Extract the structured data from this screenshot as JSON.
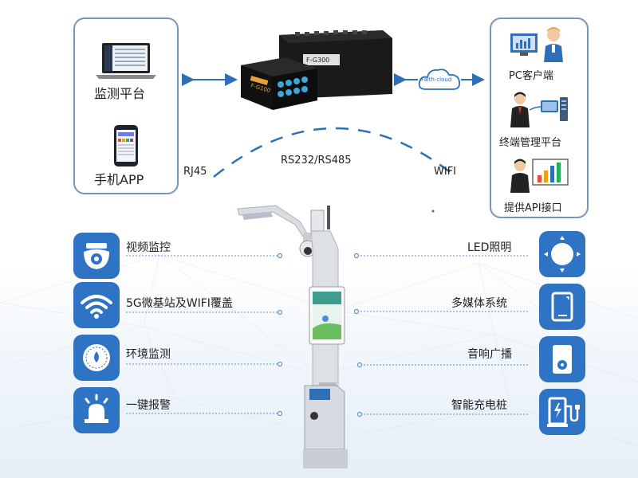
{
  "left_panel": {
    "items": [
      {
        "label": "监测平台",
        "icon": "laptop-icon"
      },
      {
        "label": "手机APP",
        "icon": "phone-icon"
      }
    ]
  },
  "right_panel": {
    "items": [
      {
        "label": "PC客户端",
        "icon": "pc-user-icon"
      },
      {
        "label": "终端管理平台",
        "icon": "server-user-icon"
      },
      {
        "label": "提供API接口",
        "icon": "chart-user-icon"
      }
    ]
  },
  "device": {
    "model_left": "F-G100",
    "model_right": "F-G300"
  },
  "cloud_label": "Faith-cloud",
  "protocols": {
    "left": "RJ45",
    "middle": "RS232/RS485",
    "right": "WIFI"
  },
  "features_left": [
    {
      "label": "视频监控",
      "icon": "camera-icon"
    },
    {
      "label": "5G微基站及WIFI覆盖",
      "icon": "wifi-icon"
    },
    {
      "label": "环境监测",
      "icon": "sensor-icon"
    },
    {
      "label": "一键报警",
      "icon": "alarm-icon"
    }
  ],
  "features_right": [
    {
      "label": "LED照明",
      "icon": "led-icon"
    },
    {
      "label": "多媒体系统",
      "icon": "screen-icon"
    },
    {
      "label": "音响广播",
      "icon": "speaker-icon"
    },
    {
      "label": "智能充电桩",
      "icon": "charger-icon"
    }
  ],
  "colors": {
    "accent": "#2f73c4",
    "border": "#7b93b8",
    "line": "#2e6fb5"
  }
}
